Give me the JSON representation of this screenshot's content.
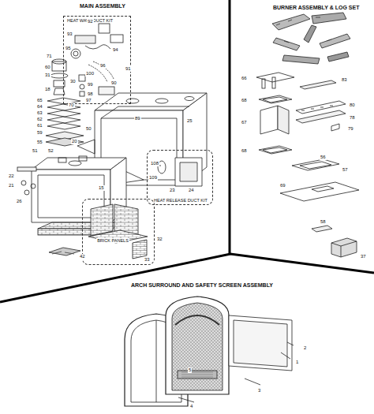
{
  "diagram": {
    "nodes": [
      {
        "text": [
          "HEAT WAVE DUCT KIT"
        ]
      },
      {
        "text": [
          "HEAT RELEASE DUCT KIT"
        ]
      },
      {
        "text": [
          "BRICK PANELS"
        ]
      }
    ],
    "labels": [
      "MAIN ASSEMBLY",
      "BURNER ASSEMBLY & LOG SET",
      "ARCH SURROUND AND SAFETY SCREEN ASSEMBLY",
      "93",
      "92",
      "95",
      "94",
      "96",
      "91",
      "90",
      "71",
      "60",
      "31",
      "30",
      "18",
      "100",
      "99",
      "98",
      "97",
      "70",
      "65",
      "64",
      "63",
      "62",
      "61",
      "59",
      "55",
      "51",
      "50",
      "89",
      "20",
      "25",
      "24",
      "23",
      "22",
      "21",
      "15",
      "26",
      "109",
      "108",
      "32",
      "33",
      "42",
      "52",
      "66",
      "68",
      "67",
      "68",
      "83",
      "80",
      "78",
      "79",
      "56",
      "69",
      "57",
      "58",
      "37",
      "2",
      "1",
      "3",
      "4",
      "5"
    ]
  }
}
